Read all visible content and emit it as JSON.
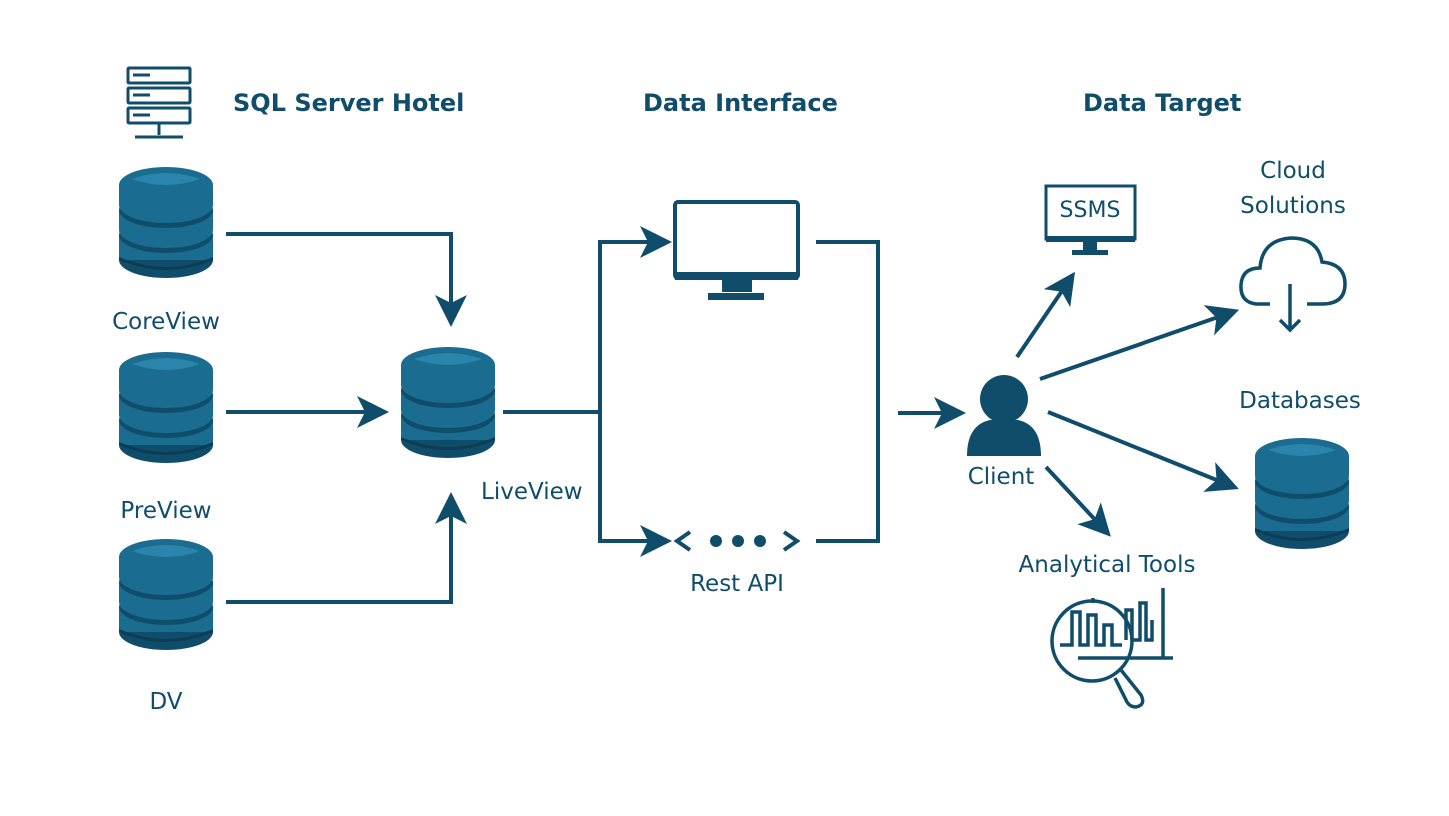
{
  "headings": {
    "sql_server": "SQL Server Hotel",
    "data_interface": "Data Interface",
    "data_target": "Data Target"
  },
  "sources": {
    "coreview": "CoreView",
    "preview": "PreView",
    "dv": "DV"
  },
  "hub": {
    "liveview": "LiveView"
  },
  "interface": {
    "monitor_name": "monitor-icon",
    "rest_api": "Rest API"
  },
  "targets": {
    "client": "Client",
    "ssms": "SSMS",
    "cloud_line1": "Cloud",
    "cloud_line2": "Solutions",
    "databases": "Databases",
    "analytical_tools": "Analytical Tools"
  },
  "colors": {
    "primary": "#0f4d6b",
    "db_fill": "#1a6d91",
    "db_band": "#0f4d6b",
    "db_highlight": "#2b84ab"
  }
}
